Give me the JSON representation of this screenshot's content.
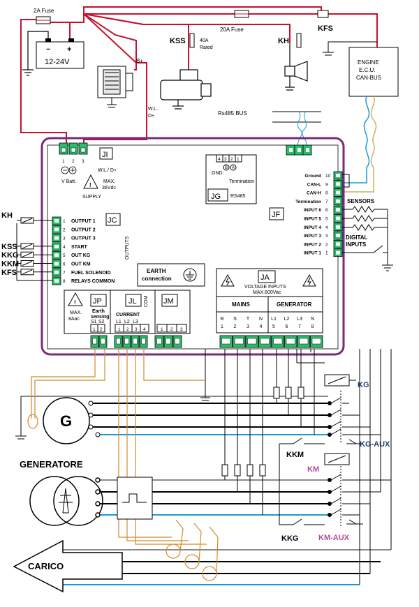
{
  "labels": {
    "fuse_2a": "2A Fuse",
    "fuse_20a": "20A Fuse",
    "battery": "12-24V",
    "bplus": "B+",
    "wl_dplus_1": "W.L.",
    "wl_dplus_2": "D+",
    "kss": "KSS",
    "rated_1": "40A",
    "rated_2": "Rated",
    "kh_top": "KH",
    "kfs_top": "KFS",
    "ecu_1": "ENGINE",
    "ecu_2": "E.C.U.",
    "ecu_3": "CAN-BUS",
    "rs485_bus": "Rs485 BUS",
    "ji": "JI",
    "ji_pins": [
      "1",
      "2",
      "3"
    ],
    "v_batt": "V Batt.",
    "wl_d": "W.L./ D+",
    "max36_1": "MAX.",
    "max36_2": "36Vdc",
    "supply": "SUPPLY",
    "jg": "JG",
    "jg_pins": [
      "4",
      "3",
      "2",
      "1"
    ],
    "gnd": "GND",
    "jg_b": "B",
    "jg_a": "A",
    "termination": "Termination",
    "rs485": "RS485",
    "jc": "JC",
    "outputs_vertical": "OUTPUTS",
    "outputs": [
      {
        "num": "1",
        "label": "OUTPUT 1"
      },
      {
        "num": "2",
        "label": "OUTPUT 2"
      },
      {
        "num": "3",
        "label": "OUTPUT 3"
      },
      {
        "num": "4",
        "label": "START"
      },
      {
        "num": "5",
        "label": "OUT KG"
      },
      {
        "num": "6",
        "label": "OUT KM"
      },
      {
        "num": "7",
        "label": "FUEL SOLENOID"
      },
      {
        "num": "8",
        "label": "RELAYS COMMON"
      }
    ],
    "left_relays": [
      "KH",
      "KSS",
      "KKG",
      "KKM",
      "KFS"
    ],
    "jf": "JF",
    "jf_rows": [
      {
        "num": "10",
        "label": "Ground"
      },
      {
        "num": "9",
        "label": "CAN-L"
      },
      {
        "num": "8",
        "label": "CAN-H"
      },
      {
        "num": "7",
        "label": "Termination"
      },
      {
        "num": "6",
        "label": "INPUT 6"
      },
      {
        "num": "5",
        "label": "INPUT 5"
      },
      {
        "num": "4",
        "label": "INPUT 4"
      },
      {
        "num": "3",
        "label": "INPUT 3"
      },
      {
        "num": "2",
        "label": "INPUT 2"
      },
      {
        "num": "1",
        "label": "INPUT 1"
      }
    ],
    "sensors": "SENSORS",
    "digital_1": "DIGITAL",
    "digital_2": "INPUTS",
    "earth_1": "EARTH",
    "earth_2": "connection",
    "jp": "JP",
    "earth_sensing_1": "Earth",
    "earth_sensing_2": "sensing",
    "jp_pins": [
      "S1",
      "S2"
    ],
    "jp_nums": [
      "1",
      "2"
    ],
    "max8_1": "MAX.",
    "max8_2": "8Aac",
    "jl": "JL",
    "current": "CURRENT",
    "com": "COM",
    "jl_pins": [
      "L1",
      "L2",
      "L3"
    ],
    "jl_nums": [
      "1",
      "2",
      "3",
      "4"
    ],
    "jm": "JM",
    "jm_nums": [
      "1",
      "2",
      "3"
    ],
    "ja": "JA",
    "voltage_1": "VOLTAGE INPUTS",
    "voltage_2": "MAX.600Vac",
    "mains": "MAINS",
    "generator": "GENERATOR",
    "ja_letters": [
      "R",
      "S",
      "T",
      "N",
      "L1",
      "L2",
      "L3",
      "N"
    ],
    "ja_nums": [
      "1",
      "2",
      "3",
      "4",
      "5",
      "6",
      "7",
      "8"
    ],
    "kg": "KG",
    "kg_aux": "KG-AUX",
    "kkm": "KKM",
    "km": "KM",
    "kkg": "KKG",
    "km_aux": "KM-AUX",
    "g": "G",
    "generatore": "GENERATORE",
    "carico": "CARICO"
  },
  "colors": {
    "red": "#c8102e",
    "purple": "#7a2a7a",
    "terminal_green": "#27c06a",
    "orange_ct": "#d4892c",
    "blue_line": "#1a9ad6",
    "grey_line": "#8a8a8a",
    "kg_blue": "#1f3e7a",
    "km_pink": "#b54a9e"
  }
}
